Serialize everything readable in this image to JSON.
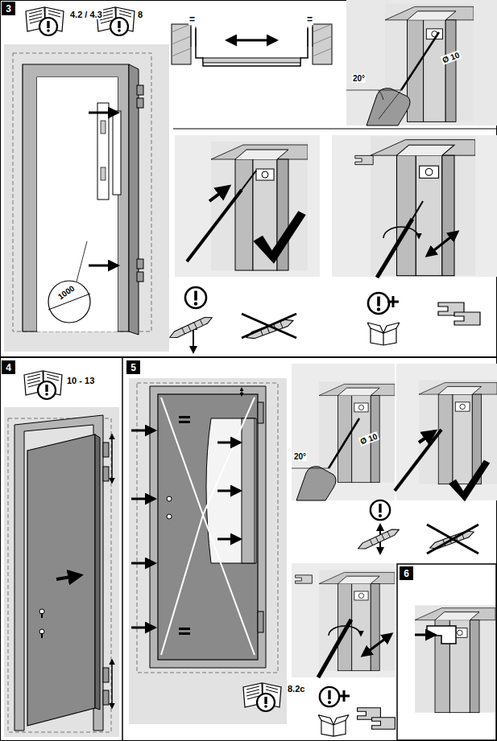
{
  "diagram": {
    "nodes": [
      {
        "text": [
          "3"
        ]
      },
      {
        "text": [
          "4"
        ]
      },
      {
        "text": [
          "5"
        ]
      },
      {
        "text": [
          "6"
        ]
      }
    ],
    "labels": [
      "4.2 / 4.3",
      "8",
      "=",
      "=",
      "1000",
      "Ø 10",
      "20°",
      "10 - 13",
      "Ø 10",
      "20°",
      "8.2c"
    ]
  }
}
